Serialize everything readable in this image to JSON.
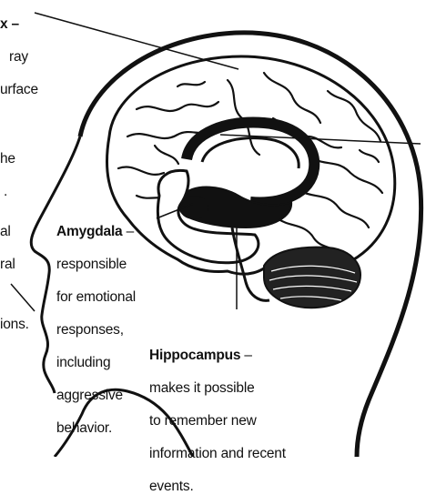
{
  "labels": {
    "cortex_fragments": [
      "x –",
      "ray",
      "urface"
    ],
    "limbic_fragments": [
      "he",
      "."
    ],
    "frontal_fragments": [
      "al",
      "ral"
    ],
    "ions_fragment": "ions.",
    "amygdala": {
      "term": "Amygdala",
      "dash": " –",
      "desc_lines": [
        "responsible",
        "for emotional",
        "responses,",
        "including",
        "aggressive",
        "behavior."
      ]
    },
    "hippocampus": {
      "term": "Hippocampus",
      "dash": " –",
      "desc_lines": [
        "makes it possible",
        "to remember new",
        "information and recent",
        "events."
      ]
    }
  },
  "colors": {
    "ink": "#111111",
    "background": "#ffffff"
  }
}
